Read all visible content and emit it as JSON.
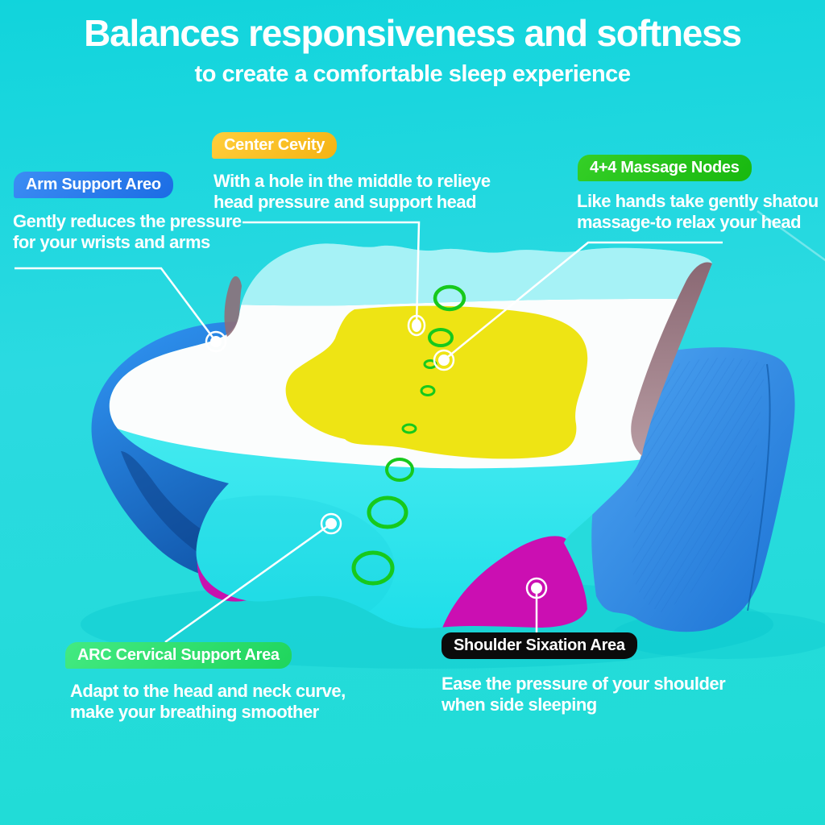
{
  "header": {
    "title": "Balances responsiveness and softness",
    "subtitle": "to create a comfortable sleep experience"
  },
  "callouts": {
    "arm_support": {
      "label": "Arm Support Areo",
      "badge_color": "#2577ea",
      "description_lines": [
        "Gently reduces the pressure",
        "for your wrists and arms"
      ]
    },
    "center_cavity": {
      "label": "Center Cevity",
      "badge_color": "#fdc32b",
      "description_lines": [
        "With a hole in the middle to relieye",
        "head pressure and support head"
      ]
    },
    "massage_nodes": {
      "label": "4+4 Massage Nodes",
      "badge_color": "#27c31a",
      "description_lines": [
        "Like hands take gently shatou",
        "massage-to relax your head"
      ]
    },
    "arc_cervical": {
      "label": "ARC Cervical Support Area",
      "badge_color": "#35e573",
      "description_lines": [
        "Adapt to the head and neck curve,",
        "make your breathing smoother"
      ]
    },
    "shoulder_fixation": {
      "label": "Shoulder Sixation Area",
      "badge_color": "#0b0b0b",
      "description_lines": [
        "Ease the pressure of your shoulder",
        "when side sleeping"
      ]
    }
  },
  "colors": {
    "background": "#1bd8df",
    "title_text": "#ffffff",
    "pillow_top_cyan": "#a6f2f6",
    "pillow_white": "#fbfdfd",
    "pillow_aqua": "#3feaf0",
    "center_pad_yellow": "#eee414",
    "shoulder_magenta": "#cb0fb2",
    "back_pillow_blue": "#2a84e4",
    "side_edge_mauve": "#97717d",
    "massage_ring_green": "#17c91c",
    "leader_line": "#ffffff"
  }
}
